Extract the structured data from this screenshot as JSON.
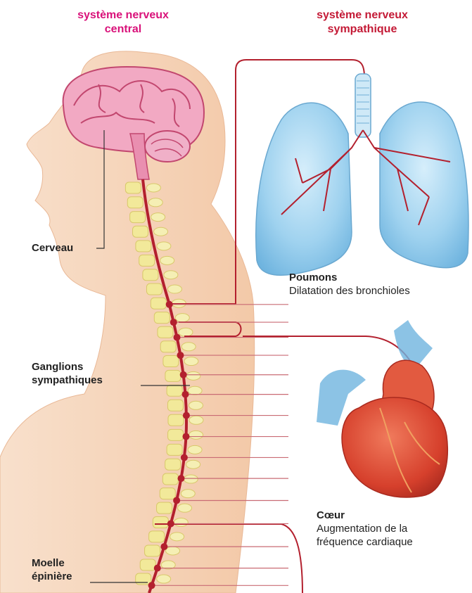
{
  "headers": {
    "central": [
      "système nerveux",
      "central"
    ],
    "sympathetic": [
      "système nerveux",
      "sympathique"
    ]
  },
  "labels": {
    "brain": "Cerveau",
    "ganglia": [
      "Ganglions",
      "sympathiques"
    ],
    "spinal_cord": [
      "Moelle",
      "épinière"
    ]
  },
  "organs": {
    "lungs": {
      "title": "Poumons",
      "effect": "Dilatation des bronchioles"
    },
    "heart": {
      "title": "Cœur",
      "effect": [
        "Augmentation de la",
        "fréquence cardiaque"
      ]
    }
  },
  "colors": {
    "central_header": "#d9127a",
    "sympathetic_header": "#c41a36",
    "nerve": "#b3202e",
    "body_skin": "#f6d3b8",
    "vertebra": "#f2e99a",
    "brain": "#f2a9c3",
    "lungs": "#8fcbec",
    "heart": "#d94330"
  }
}
